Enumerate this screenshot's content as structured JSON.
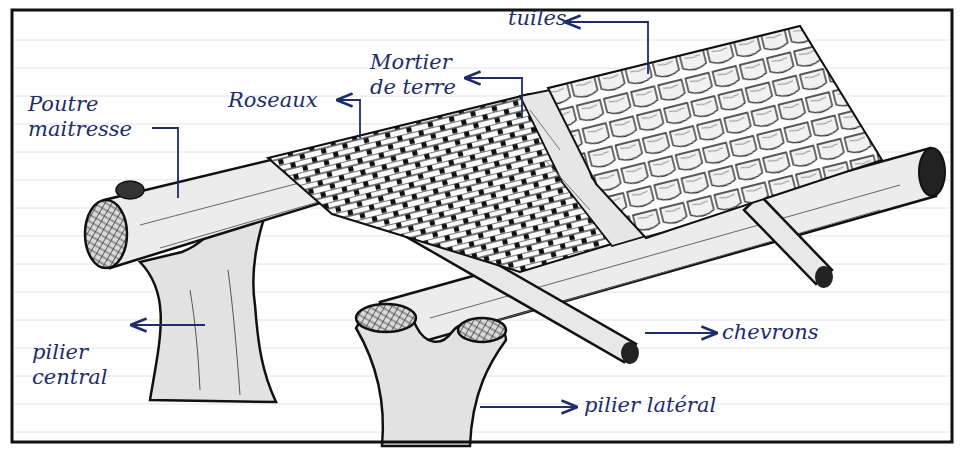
{
  "diagram": {
    "labels": [
      "Poutre maitresse",
      "Roseaux",
      "Mortier de terre",
      "tuiles",
      "pilier central",
      "chevrons",
      "pilier latéral"
    ]
  }
}
